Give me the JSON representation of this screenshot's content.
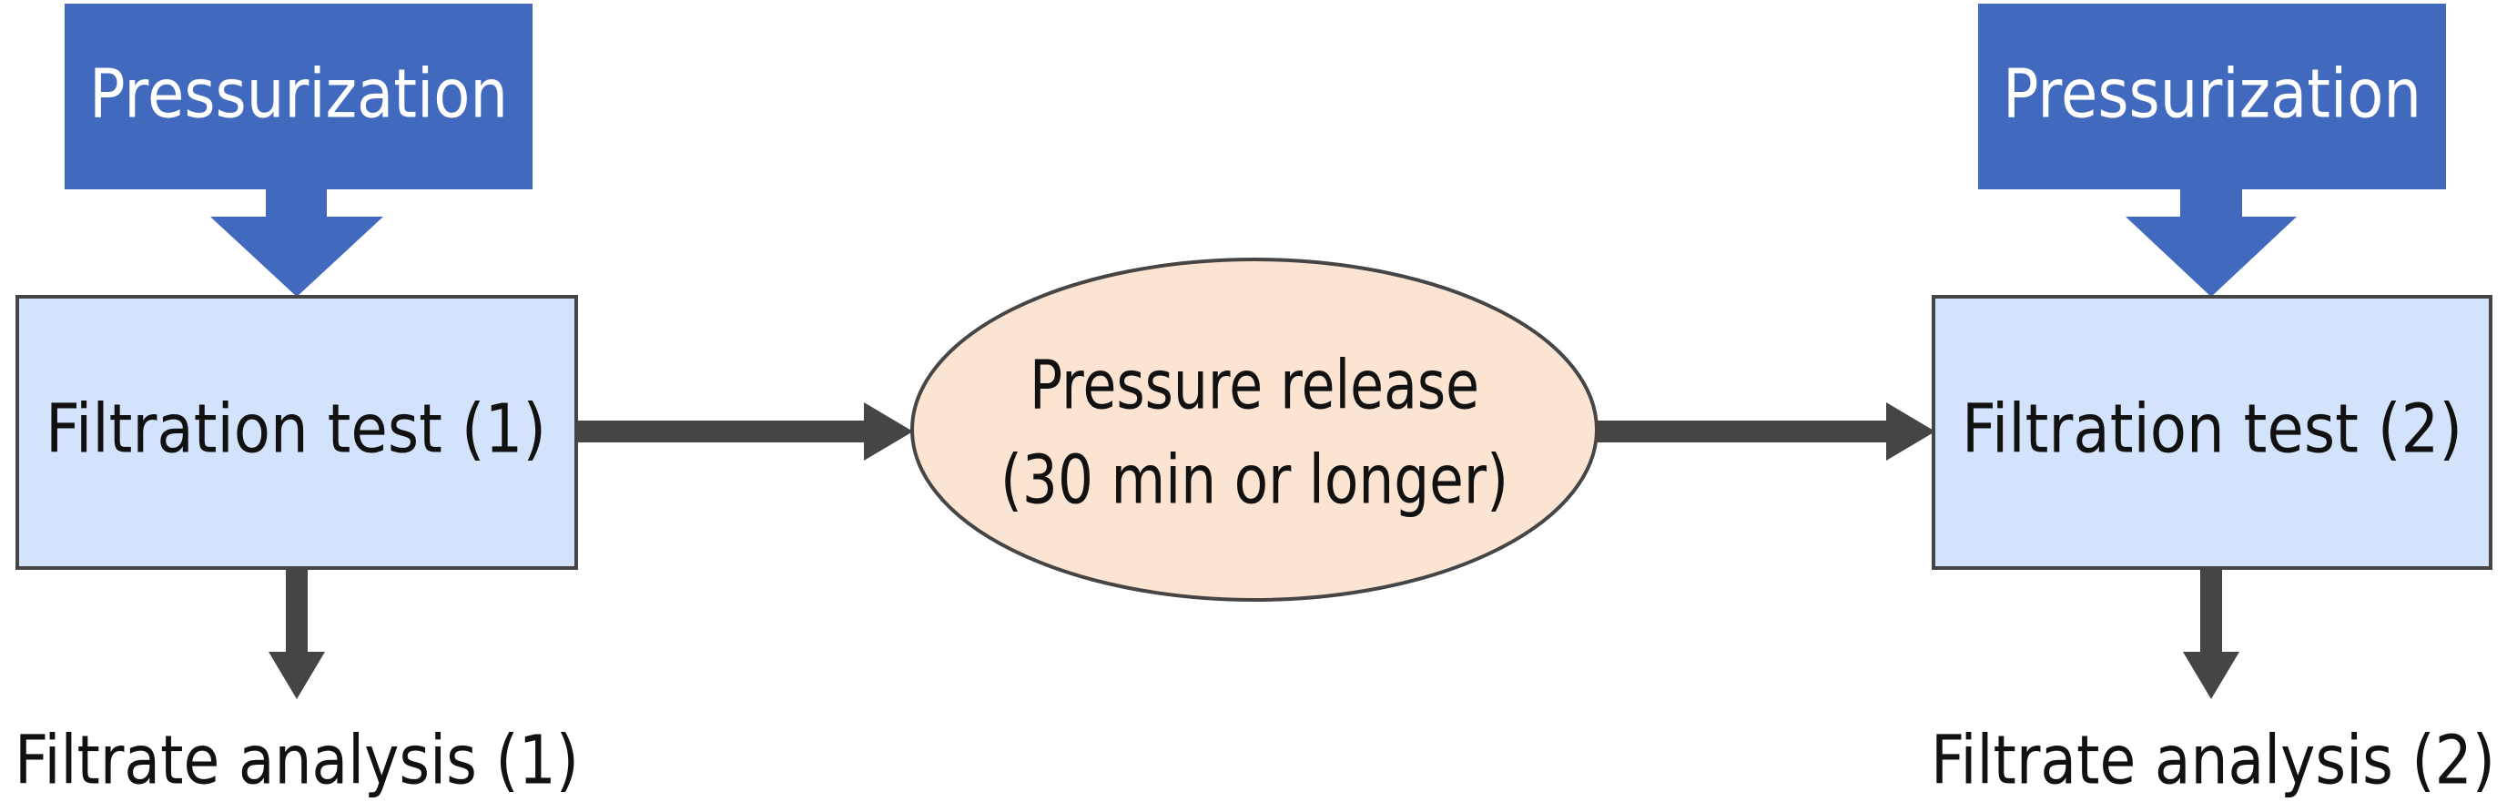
{
  "diagram": {
    "left": {
      "pressurization_label": "Pressurization",
      "test_label": "Filtration test (1)",
      "analysis_label": "Filtrate analysis (1)"
    },
    "middle": {
      "release_line1": "Pressure release",
      "release_line2": "(30 min or longer)"
    },
    "right": {
      "pressurization_label": "Pressurization",
      "test_label": "Filtration test (2)",
      "analysis_label": "Filtrate analysis (2)"
    },
    "colors": {
      "pressurization_fill": "#4169BE",
      "test_box_fill": "#D3E3FC",
      "release_fill": "#FCE4D2",
      "outline": "#454545",
      "arrow": "#454545",
      "text_dark": "#111111",
      "text_light": "#FFFFFF"
    }
  }
}
